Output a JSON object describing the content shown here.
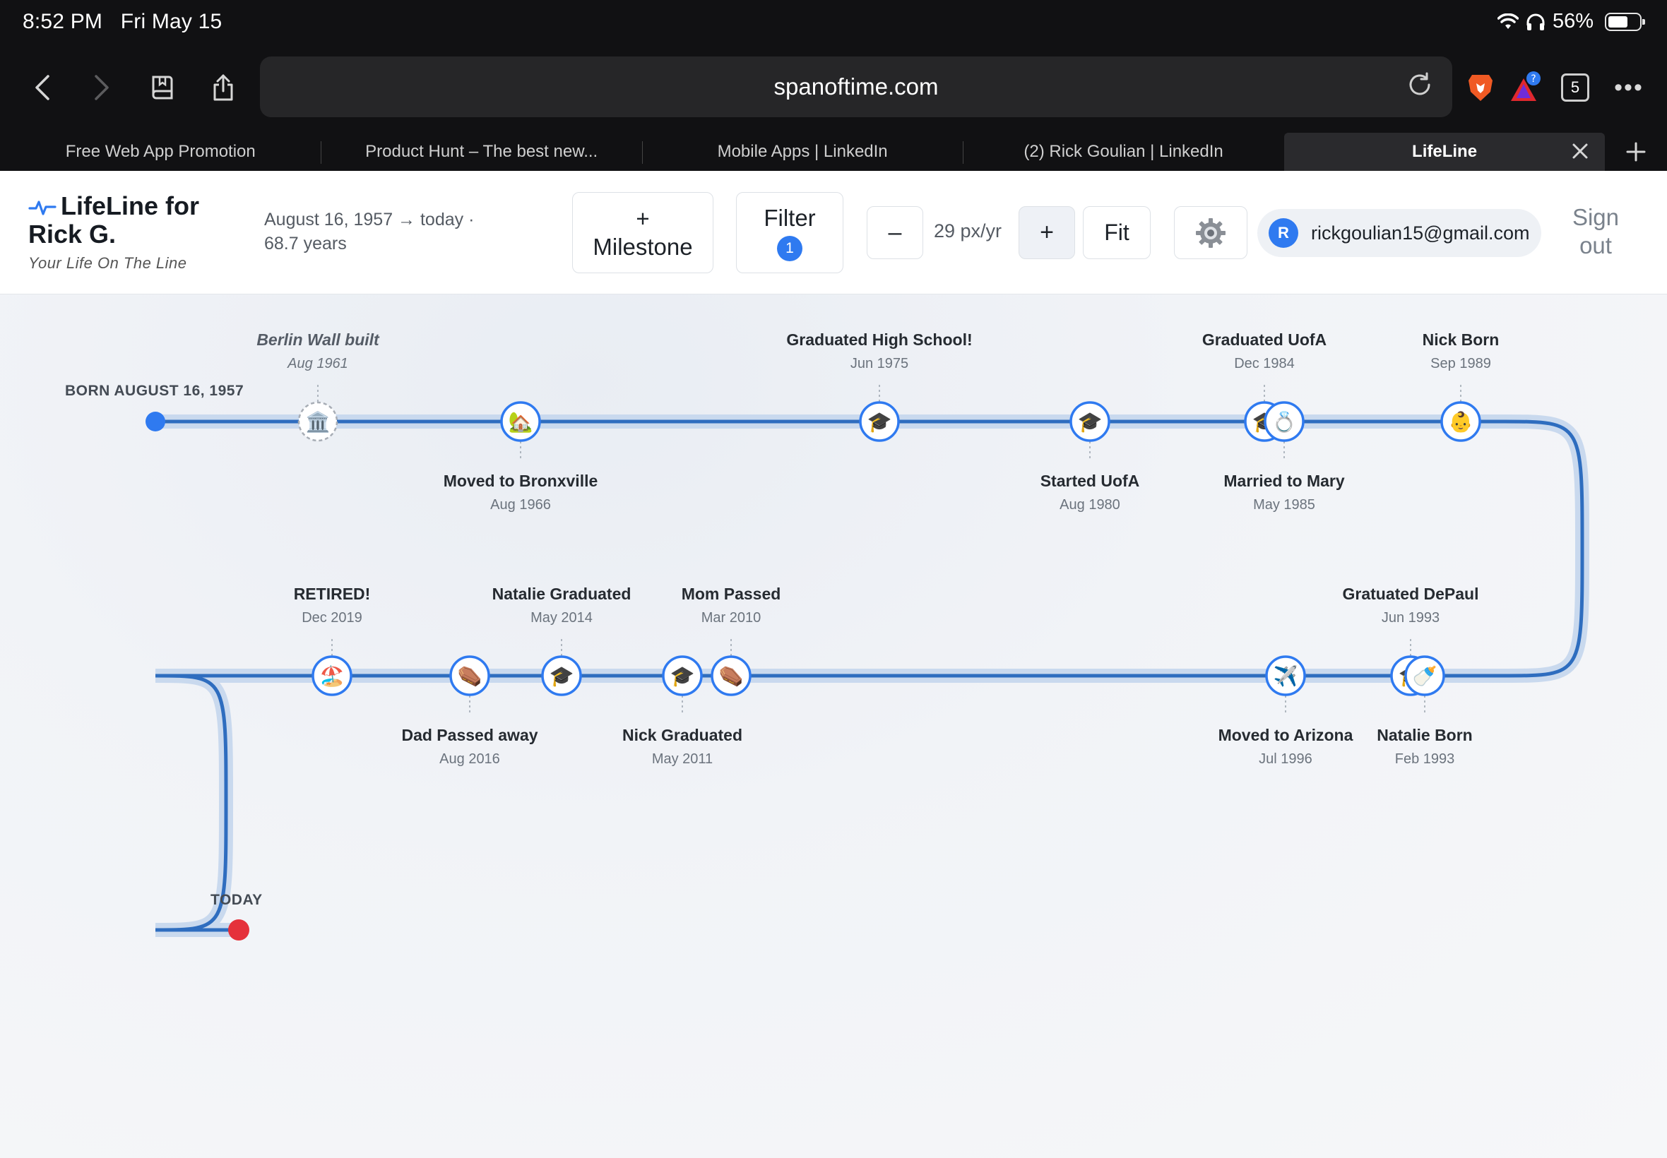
{
  "status": {
    "time": "8:52 PM",
    "date": "Fri May 15",
    "battery": "56%"
  },
  "browser": {
    "url": "spanoftime.com",
    "tab_count": "5",
    "ext_badge": "?",
    "tabs": [
      {
        "label": "Free Web App Promotion"
      },
      {
        "label": "Product Hunt – The best new..."
      },
      {
        "label": "Mobile Apps | LinkedIn"
      },
      {
        "label": "(2) Rick Goulian | LinkedIn"
      },
      {
        "label": "LifeLine"
      }
    ]
  },
  "header": {
    "title": "LifeLine for Rick G.",
    "subtitle": "Your Life On The Line",
    "dob_line1": "August 16, 1957 → today ·",
    "dob_line2": "68.7 years",
    "milestone_plus": "+",
    "milestone_label": "Milestone",
    "filter_label": "Filter",
    "filter_count": "1",
    "zoom_minus": "–",
    "zoom_value": "29 px/yr",
    "zoom_plus": "+",
    "fit_label": "Fit",
    "avatar_initial": "R",
    "email": "rickgoulian15@gmail.com",
    "signout_line1": "Sign",
    "signout_line2": "out"
  },
  "timeline": {
    "start_label": "BORN AUGUST 16, 1957",
    "end_label": "TODAY",
    "events": [
      {
        "title": "Berlin Wall built",
        "date": "Aug 1961",
        "icon": "🏛️",
        "kind": "world"
      },
      {
        "title": "Moved to Bronxville",
        "date": "Aug 1966",
        "icon": "🏡",
        "kind": "personal"
      },
      {
        "title": "Graduated High School!",
        "date": "Jun 1975",
        "icon": "🎓",
        "kind": "personal"
      },
      {
        "title": "Started UofA",
        "date": "Aug 1980",
        "icon": "🎓",
        "kind": "personal"
      },
      {
        "title": "Graduated UofA",
        "date": "Dec 1984",
        "icon": "🎓",
        "kind": "personal"
      },
      {
        "title": "Married to Mary",
        "date": "May 1985",
        "icon": "💍",
        "kind": "personal"
      },
      {
        "title": "Nick Born",
        "date": "Sep 1989",
        "icon": "👶",
        "kind": "personal"
      },
      {
        "title": "Gratuated DePaul",
        "date": "Jun 1993",
        "icon": "🎓",
        "kind": "personal"
      },
      {
        "title": "Natalie Born",
        "date": "Feb 1993",
        "icon": "🍼",
        "kind": "personal"
      },
      {
        "title": "Moved to Arizona",
        "date": "Jul 1996",
        "icon": "✈️",
        "kind": "personal"
      },
      {
        "title": "Mom Passed",
        "date": "Mar 2010",
        "icon": "⚰️",
        "kind": "personal"
      },
      {
        "title": "Nick Graduated",
        "date": "May 2011",
        "icon": "🎓",
        "kind": "personal"
      },
      {
        "title": "Natalie Graduated",
        "date": "May 2014",
        "icon": "🎓",
        "kind": "personal"
      },
      {
        "title": "Dad Passed away",
        "date": "Aug 2016",
        "icon": "⚰️",
        "kind": "personal"
      },
      {
        "title": "RETIRED!",
        "date": "Dec 2019",
        "icon": "🏖️",
        "kind": "personal"
      }
    ]
  }
}
